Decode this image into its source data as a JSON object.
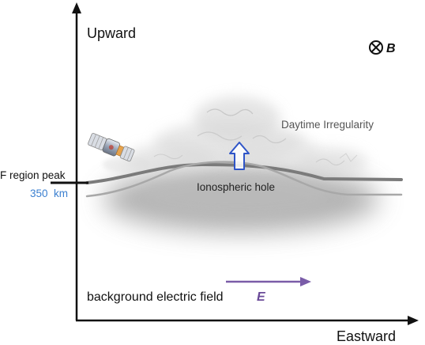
{
  "axes": {
    "vertical_label": "Upward",
    "horizontal_label": "Eastward"
  },
  "magnetic_field": {
    "symbol": "B",
    "icon": "circled-times-icon"
  },
  "labels": {
    "daytime_irregularity": "Daytime Irregularity",
    "ionospheric_hole": "Ionospheric hole",
    "f_region_peak": "F region peak",
    "f_region_altitude": "350  km",
    "background_field": "background electric field",
    "electric_field_symbol": "E"
  },
  "icons": {
    "satellite": "satellite-icon",
    "upward_arrow": "upward-arrow-icon",
    "field_arrow": "rightward-arrow-icon"
  },
  "colors": {
    "axis": "#111111",
    "altitude_text": "#3a7fd0",
    "hole_arrow": "#2f55c8",
    "field_arrow": "#7a5ca8",
    "field_symbol": "#6a4a98",
    "irregularity_text": "#555555",
    "layer_dark": "#7b7b7b",
    "layer_light": "#a8a8a8"
  }
}
